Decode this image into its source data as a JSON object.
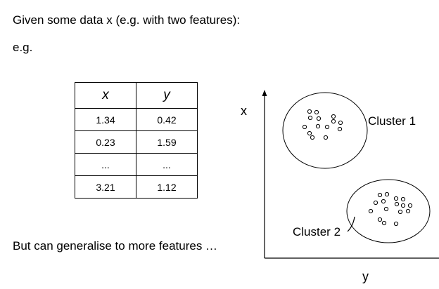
{
  "intro_text": "Given some data x (e.g. with two features):",
  "eg_text": "e.g.",
  "table": {
    "headers": [
      "x",
      "y"
    ],
    "rows": [
      [
        "1.34",
        "0.42"
      ],
      [
        "0.23",
        "1.59"
      ],
      [
        "...",
        "..."
      ],
      [
        "3.21",
        "1.12"
      ]
    ]
  },
  "more_text": "But can generalise to more features …",
  "plot": {
    "x_axis_label": "x",
    "y_axis_label": "y",
    "cluster1_label": "Cluster 1",
    "cluster2_label": "Cluster 2"
  }
}
